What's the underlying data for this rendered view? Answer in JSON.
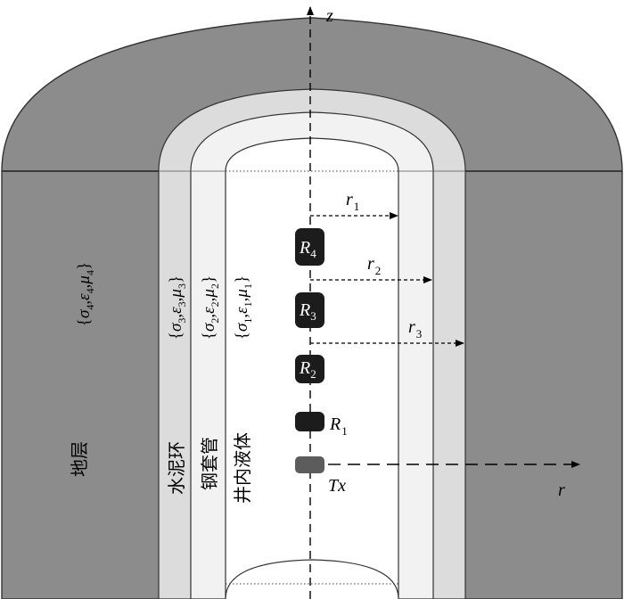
{
  "axes": {
    "z_label": "z",
    "r_label": "r"
  },
  "radii": [
    {
      "main": "r",
      "sub": "1"
    },
    {
      "main": "r",
      "sub": "2"
    },
    {
      "main": "r",
      "sub": "3"
    }
  ],
  "receivers": [
    {
      "main": "R",
      "sub": "4"
    },
    {
      "main": "R",
      "sub": "3"
    },
    {
      "main": "R",
      "sub": "2"
    },
    {
      "main": "R",
      "sub": "1"
    }
  ],
  "transmitter": {
    "label": "Tx"
  },
  "layers": [
    {
      "name": "地层",
      "index": "4"
    },
    {
      "name": "水泥环",
      "index": "3"
    },
    {
      "name": "钢套管",
      "index": "2"
    },
    {
      "name": "井内液体",
      "index": "1"
    }
  ],
  "param_symbols": {
    "open": "{",
    "close": "}",
    "sigma": "σ",
    "epsilon": "ε",
    "mu": "μ",
    "sep": ","
  },
  "colors": {
    "formation": "#8c8c8c",
    "cement": "#dcdcdc",
    "casing": "#f2f2f2",
    "fluid": "#ffffff",
    "receiver": "#1c1c1c",
    "transmitter": "#5c5c5c",
    "line": "#000000"
  }
}
